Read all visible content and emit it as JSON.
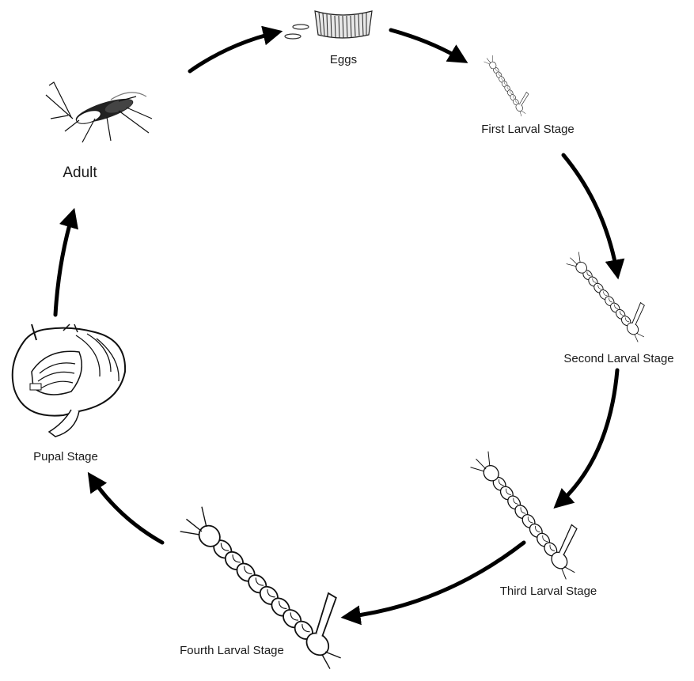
{
  "diagram": {
    "stages": {
      "eggs": "Eggs",
      "first_larval": "First Larval Stage",
      "second_larval": "Second Larval Stage",
      "third_larval": "Third Larval Stage",
      "fourth_larval": "Fourth Larval Stage",
      "pupal": "Pupal Stage",
      "adult": "Adult"
    },
    "colors": {
      "arrow": "#000000",
      "line": "#111111",
      "background": "#ffffff"
    }
  }
}
